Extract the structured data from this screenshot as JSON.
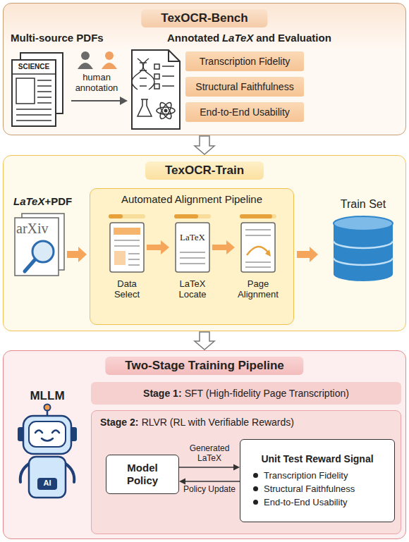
{
  "diagram": {
    "nodes": [
      {
        "text": [
          "TexOCR-Bench"
        ]
      },
      {
        "text": [
          "Transcription Fidelity"
        ],
        "in": 0
      },
      {
        "text": [
          "Structural Faithfulness"
        ],
        "in": 0
      },
      {
        "text": [
          "End-to-End Usability"
        ],
        "in": 0
      },
      {
        "text": [
          "TexOCR-Train"
        ]
      },
      {
        "text": [
          "Automated Alignment Pipeline"
        ],
        "in": 4
      },
      {
        "text": [
          "Two-Stage Training Pipeline"
        ]
      },
      {
        "text": [
          "Stage 1:",
          "SFT (High-fidelity Page Transcription)"
        ],
        "in": 6
      },
      {
        "text": [
          "Stage 2:",
          "RLVR (RL with Verifiable Rewards)"
        ],
        "in": 6
      },
      {
        "text": [
          "Model Policy"
        ],
        "in": 8
      },
      {
        "text": [
          "Unit Test Reward Signal",
          "Transcription Fidelity",
          "Structural Faithfulness",
          "End-to-End Usability"
        ],
        "in": 8
      }
    ],
    "edges": [
      {
        "from": 0,
        "to": 4,
        "arrow": "to"
      },
      {
        "from": 4,
        "to": 6,
        "arrow": "to"
      },
      {
        "from": 9,
        "to": 10,
        "label": "Generated LaTeX",
        "arrow": "to"
      },
      {
        "from": 10,
        "to": 9,
        "label": "Policy Update",
        "arrow": "to"
      }
    ],
    "labels": [
      "Multi-source PDFs",
      "SCIENCE",
      "human annotation",
      "Annotated",
      "LaTeX",
      "and Evaluation",
      "LaTeX",
      "+PDF",
      "arXiv",
      "Data Select",
      "LaTeX",
      "LaTeX Locate",
      "Page Alignment",
      "Train Set",
      "MLLM",
      "AI"
    ]
  }
}
